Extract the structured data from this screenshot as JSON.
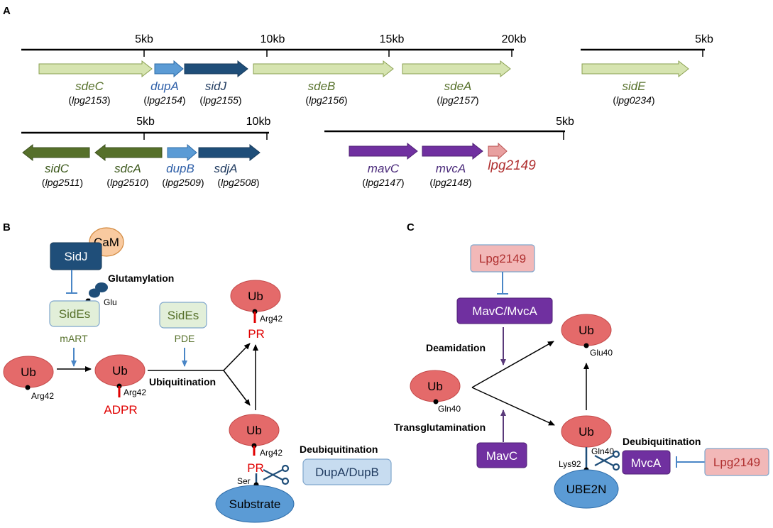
{
  "panels": {
    "a": "A",
    "b": "B",
    "c": "C"
  },
  "colors": {
    "light_green": "#d6e4b0",
    "dark_green": "#56702a",
    "light_blue": "#5b9bd5",
    "dark_blue": "#1f4e79",
    "purple": "#7030a0",
    "pink": "#e8a0a0",
    "ub_red": "#e46a6a",
    "pr_red": "#e00000"
  },
  "track1": {
    "ticks": [
      "5kb",
      "10kb",
      "15kb",
      "20kb"
    ],
    "genes": [
      {
        "name": "sdeC",
        "lpg": "lpg2153"
      },
      {
        "name": "dupA",
        "lpg": "lpg2154"
      },
      {
        "name": "sidJ",
        "lpg": "lpg2155"
      },
      {
        "name": "sdeB",
        "lpg": "lpg2156"
      },
      {
        "name": "sdeA",
        "lpg": "lpg2157"
      }
    ]
  },
  "track2": {
    "ticks": [
      "5kb"
    ],
    "genes": [
      {
        "name": "sidE",
        "lpg": "lpg0234"
      }
    ]
  },
  "track3": {
    "ticks": [
      "5kb",
      "10kb"
    ],
    "genes": [
      {
        "name": "sidC",
        "lpg": "lpg2511"
      },
      {
        "name": "sdcA",
        "lpg": "lpg2510"
      },
      {
        "name": "dupB",
        "lpg": "lpg2509"
      },
      {
        "name": "sdjA",
        "lpg": "lpg2508"
      }
    ]
  },
  "track4": {
    "ticks": [
      "5kb"
    ],
    "genes": [
      {
        "name": "mavC",
        "lpg": "lpg2147"
      },
      {
        "name": "mvcA",
        "lpg": "lpg2148"
      },
      {
        "name": "lpg2149",
        "lpg": ""
      }
    ]
  },
  "b": {
    "sidj": "SidJ",
    "cam": "CaM",
    "glutamylation": "Glutamylation",
    "glu": "Glu",
    "sides1": "SidEs",
    "mart": "mART",
    "sides2": "SidEs",
    "pde": "PDE",
    "ub": "Ub",
    "arg42": "Arg42",
    "adpr": "ADPR",
    "pr": "PR",
    "ubiquitination": "Ubiquitination",
    "deubiquitination": "Deubiquitination",
    "dupadupb": "DupA/DupB",
    "ser": "Ser",
    "substrate": "Substrate"
  },
  "c": {
    "lpg2149": "Lpg2149",
    "mavcmvca": "MavC/MvcA",
    "deamidation": "Deamidation",
    "transglutamination": "Transglutamination",
    "mavc": "MavC",
    "ub": "Ub",
    "gln40": "Gln40",
    "glu40": "Glu40",
    "lys92": "Lys92",
    "ube2n": "UBE2N",
    "deubiquitination": "Deubiquitination",
    "mvca": "MvcA",
    "lpg2149b": "Lpg2149"
  }
}
